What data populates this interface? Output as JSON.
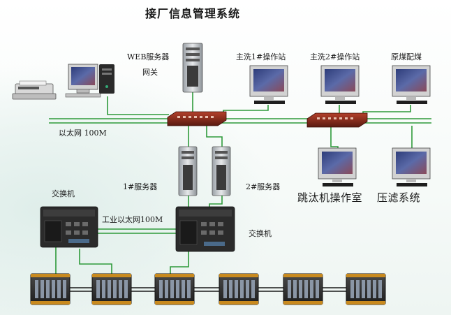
{
  "title": "接厂信息管理系统",
  "labels": {
    "web_server_line1": "WEB服务器",
    "web_server_line2": "网关",
    "ws1": "主洗1#操作站",
    "ws2": "主洗2#操作站",
    "ws3": "原煤配煤",
    "ethernet": "以太网 100M",
    "server1": "1#服务器",
    "server2": "2#服务器",
    "jig_station": "跳汰机操作室",
    "filter_system": "压滤系统",
    "switch_left": "交换机",
    "industrial_ethernet": "工业以太网100M",
    "switch_right": "交换机"
  },
  "colors": {
    "link": "#2e9a3a",
    "bus": "#1a1a1a",
    "device_dark": "#2b2b2b",
    "monitor_screen": "#3d4f86",
    "switch_red": "#a0301e"
  }
}
